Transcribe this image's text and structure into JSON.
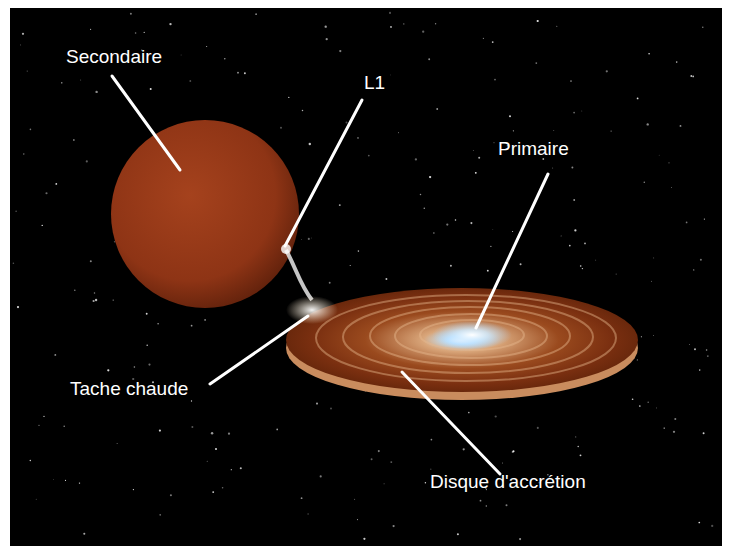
{
  "diagram": {
    "labels": [
      "Secondaire",
      "L1",
      "Primaire",
      "Tache chaude",
      "Disque d'accrétion"
    ]
  }
}
